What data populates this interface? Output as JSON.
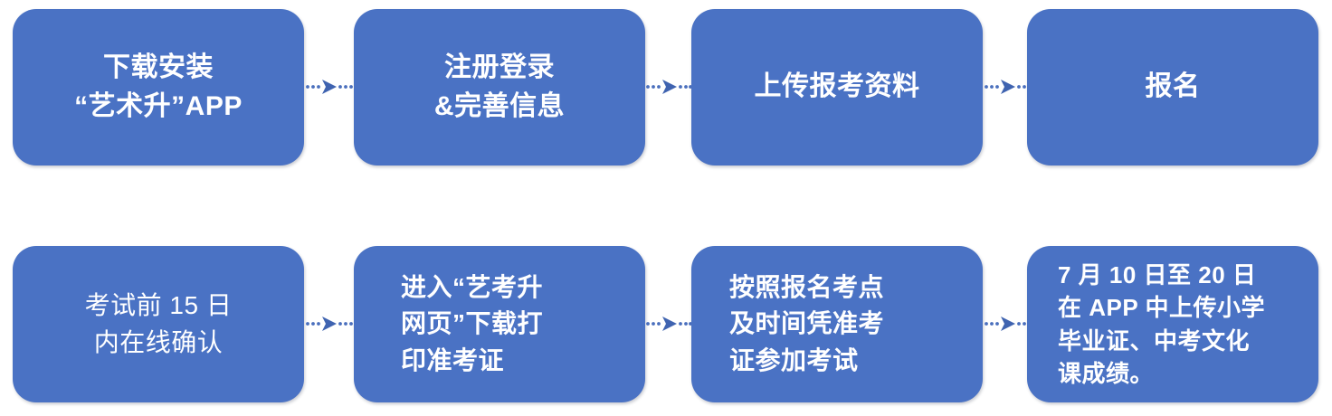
{
  "diagram": {
    "title_text": "",
    "accent_color": "#4a72c4",
    "text_color": "#ffffff",
    "background_color": "#ffffff",
    "connector_color": "#4a6fbd",
    "rows": [
      {
        "name": "top-row",
        "steps": [
          {
            "index": 1,
            "label": "下载安装\n“艺术升”APP"
          },
          {
            "index": 2,
            "label": "注册登录\n&完善信息"
          },
          {
            "index": 3,
            "label": "上传报考资料"
          },
          {
            "index": 4,
            "label": "报名"
          }
        ]
      },
      {
        "name": "bottom-row",
        "steps": [
          {
            "index": 5,
            "label": "考试前 15 日\n内在线确认"
          },
          {
            "index": 6,
            "label": "进入“艺考升\n网页”下载打\n印准考证"
          },
          {
            "index": 7,
            "label": "按照报名考点\n及时间凭准考\n证参加考试"
          },
          {
            "index": 8,
            "label": "7 月 10 日至 20 日\n在 APP 中上传小学\n毕业证、中考文化\n课成绩。"
          }
        ]
      }
    ],
    "connectors": [
      {
        "name": "arrow-1-to-2",
        "icon": "dotted-arrow-right-icon"
      },
      {
        "name": "arrow-2-to-3",
        "icon": "dotted-arrow-right-icon"
      },
      {
        "name": "arrow-3-to-4",
        "icon": "dotted-arrow-right-icon"
      },
      {
        "name": "arrow-5-to-6",
        "icon": "dotted-arrow-right-icon"
      },
      {
        "name": "arrow-6-to-7",
        "icon": "dotted-arrow-right-icon"
      },
      {
        "name": "arrow-7-to-8",
        "icon": "dotted-arrow-right-icon"
      }
    ]
  }
}
